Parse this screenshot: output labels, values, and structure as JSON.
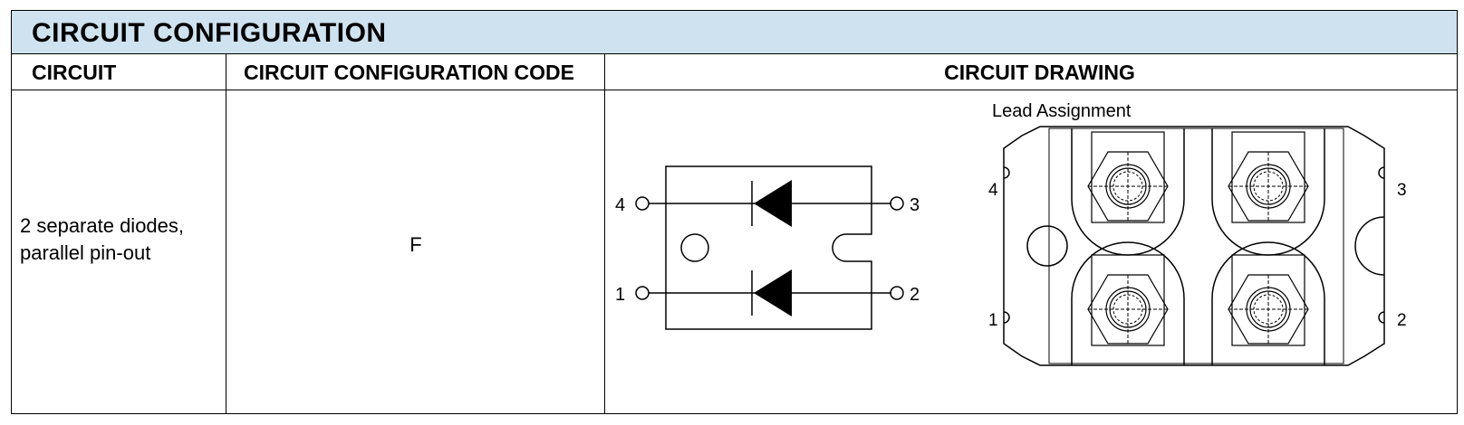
{
  "title": "CIRCUIT CONFIGURATION",
  "headers": {
    "circuit": "CIRCUIT",
    "code": "CIRCUIT CONFIGURATION CODE",
    "drawing": "CIRCUIT DRAWING"
  },
  "row": {
    "circuit_line1": "2 separate diodes,",
    "circuit_line2": "parallel pin-out",
    "code": "F"
  },
  "drawing": {
    "lead_assignment_label": "Lead Assignment",
    "schematic_pins": [
      "4",
      "3",
      "1",
      "2"
    ],
    "package_pins": [
      "4",
      "3",
      "1",
      "2"
    ]
  },
  "colors": {
    "title_background": "#cfe2f0"
  }
}
